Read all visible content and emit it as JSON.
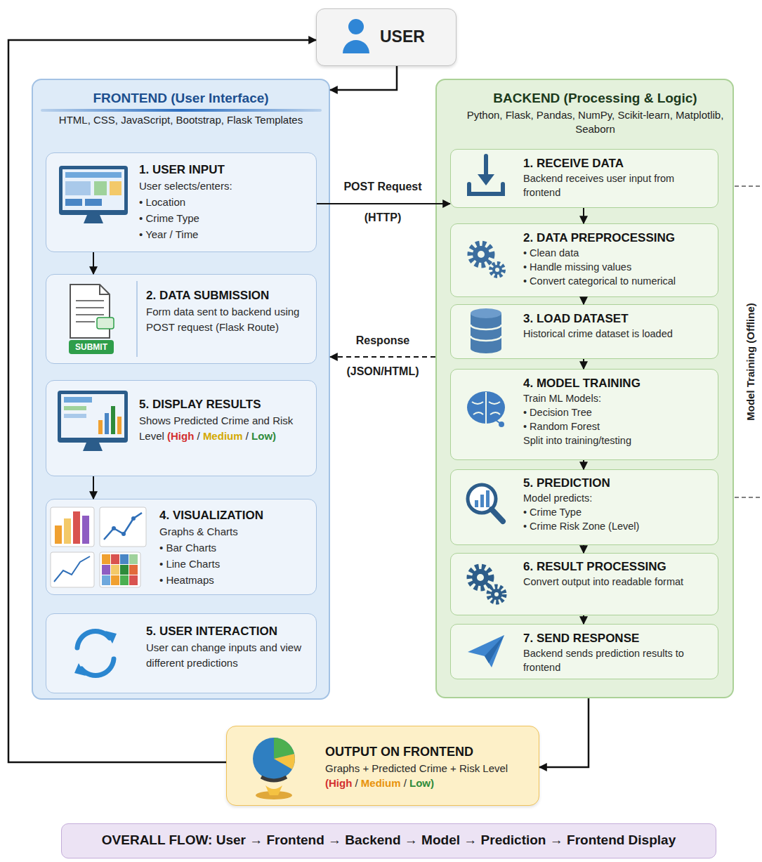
{
  "diagram": {
    "nodes": [
      {
        "text": [
          "USER"
        ]
      },
      {
        "text": [
          "FRONTEND (User Interface)",
          "HTML, CSS, JavaScript, Bootstrap, Flask Templates"
        ]
      },
      {
        "text": [
          "1. USER INPUT",
          "User selects/enters:",
          "• Location",
          "• Crime Type",
          "• Year / Time"
        ],
        "in": 1
      },
      {
        "text": [
          "2. DATA SUBMISSION",
          "Form data sent to backend using POST request (Flask Route)",
          "SUBMIT"
        ],
        "in": 1
      },
      {
        "text": [
          "5. DISPLAY RESULTS",
          "Shows Predicted Crime and Risk Level (High / Medium / Low)"
        ],
        "in": 1
      },
      {
        "text": [
          "4. VISUALIZATION",
          "Graphs & Charts",
          "• Bar Charts",
          "• Line Charts",
          "• Heatmaps"
        ],
        "in": 1
      },
      {
        "text": [
          "5. USER INTERACTION",
          "User can change inputs and view different predictions"
        ],
        "in": 1
      },
      {
        "text": [
          "BACKEND (Processing & Logic)",
          "Python, Flask, Pandas, NumPy, Scikit-learn, Matplotlib, Seaborn"
        ]
      },
      {
        "text": [
          "1. RECEIVE DATA",
          "Backend receives user input from frontend"
        ],
        "in": 7
      },
      {
        "text": [
          "2. DATA PREPROCESSING",
          "• Clean data",
          "• Handle missing values",
          "• Convert categorical to numerical"
        ],
        "in": 7
      },
      {
        "text": [
          "3. LOAD DATASET",
          "Historical crime dataset is loaded"
        ],
        "in": 7
      },
      {
        "text": [
          "4. MODEL TRAINING",
          "Train ML Models:",
          "• Decision Tree",
          "• Random Forest",
          "Split into training/testing"
        ],
        "in": 7
      },
      {
        "text": [
          "5. PREDICTION",
          "Model predicts:",
          "• Crime Type",
          "• Crime Risk Zone (Level)"
        ],
        "in": 7
      },
      {
        "text": [
          "6. RESULT PROCESSING",
          "Convert output into readable format"
        ],
        "in": 7
      },
      {
        "text": [
          "7. SEND RESPONSE",
          "Backend sends prediction results to frontend"
        ],
        "in": 7
      },
      {
        "text": [
          "OUTPUT ON FRONTEND",
          "Graphs + Predicted Crime + Risk Level (High / Medium / Low)"
        ]
      },
      {
        "text": [
          "OVERALL FLOW: User → Frontend → Backend → Model → Prediction → Frontend Display"
        ]
      }
    ],
    "edges": [
      {
        "from": 0,
        "to": 1,
        "arrow": "to"
      },
      {
        "from": 2,
        "to": 8,
        "label": "POST Request",
        "arrow": "to"
      },
      {
        "from": 7,
        "to": 1,
        "label": "Response",
        "arrow": "to"
      },
      {
        "from": 2,
        "to": 3,
        "arrow": "to"
      },
      {
        "from": 4,
        "to": 5,
        "arrow": "to"
      },
      {
        "from": 8,
        "to": 9,
        "arrow": "to"
      },
      {
        "from": 9,
        "to": 10,
        "arrow": "to"
      },
      {
        "from": 10,
        "to": 11,
        "arrow": "to"
      },
      {
        "from": 11,
        "to": 12,
        "arrow": "to"
      },
      {
        "from": 12,
        "to": 13,
        "arrow": "to"
      },
      {
        "from": 13,
        "to": 14,
        "arrow": "to"
      },
      {
        "from": 7,
        "to": 15,
        "arrow": "to"
      },
      {
        "from": 15,
        "to": 0,
        "arrow": "to"
      }
    ],
    "labels": [
      "(HTTP)",
      "(JSON/HTML)",
      "Model Training (Offline)"
    ]
  }
}
